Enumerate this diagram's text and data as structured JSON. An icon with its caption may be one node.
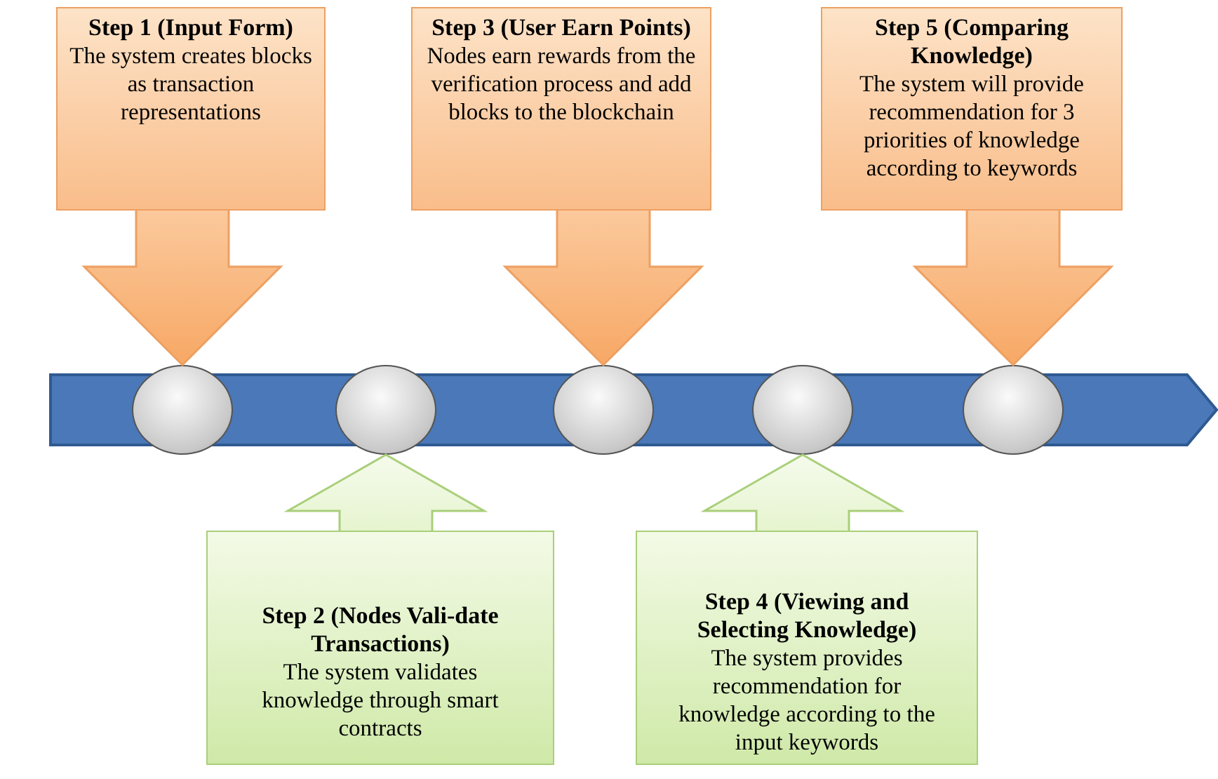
{
  "diagram": {
    "nodes": [
      {
        "text": [
          "Step 1 (Input Form)",
          "The system creates blocks as transaction representations"
        ]
      },
      {
        "text": [
          "Step 3 (User Earn Points)",
          "Nodes earn rewards from the verification process and add blocks to the blockchain"
        ]
      },
      {
        "text": [
          "Step 5 (Comparing Knowledge)",
          "The system will provide recommendation for 3 priorities of knowledge according to keywords"
        ]
      },
      {
        "text": [],
        "shape": "bar"
      },
      {
        "text": [],
        "shape": "circle",
        "in": 3
      },
      {
        "text": [],
        "shape": "circle",
        "in": 3
      },
      {
        "text": [],
        "shape": "circle",
        "in": 3
      },
      {
        "text": [],
        "shape": "circle",
        "in": 3
      },
      {
        "text": [],
        "shape": "circle",
        "in": 3
      },
      {
        "text": [
          "Step 2 (Nodes Vali-date Transactions)",
          "The system validates knowledge through smart contracts"
        ]
      },
      {
        "text": [
          "Step 4 (Viewing and Selecting Knowledge)",
          "The system provides recommendation for knowledge according to the input keywords"
        ]
      }
    ],
    "edges": [
      {
        "from": 0,
        "to": 4,
        "arrow": "to"
      },
      {
        "from": 1,
        "to": 6,
        "arrow": "to"
      },
      {
        "from": 2,
        "to": 8,
        "arrow": "to"
      },
      {
        "from": 9,
        "to": 5,
        "arrow": "to"
      },
      {
        "from": 10,
        "to": 7,
        "arrow": "to"
      }
    ]
  }
}
